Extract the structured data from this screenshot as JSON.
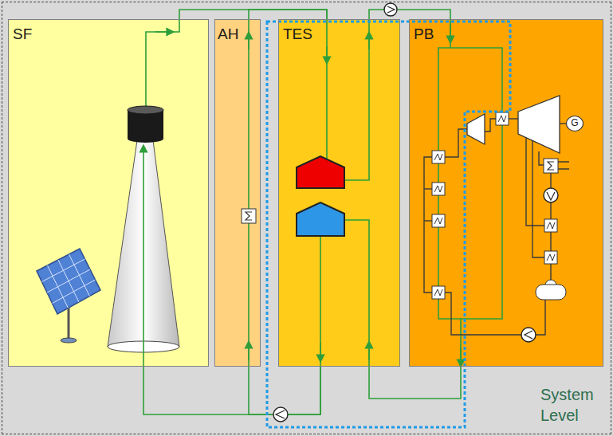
{
  "diagram": {
    "nodes": [
      {
        "text": [
          "System Level"
        ]
      },
      {
        "text": [
          "SF"
        ],
        "in": 0
      },
      {
        "text": [
          "AH"
        ],
        "in": 0
      },
      {
        "text": [
          "TES"
        ],
        "in": 0
      },
      {
        "text": [
          "PB"
        ],
        "in": 0
      },
      {
        "text": [
          "G"
        ],
        "in": 4
      }
    ],
    "edges": [
      {
        "from": 1,
        "to": 3,
        "arrow": "none"
      },
      {
        "from": 2,
        "to": 3,
        "arrow": "none"
      },
      {
        "from": 3,
        "to": 4,
        "arrow": "none"
      },
      {
        "from": 4,
        "to": 3,
        "arrow": "none"
      },
      {
        "from": 3,
        "to": 1,
        "arrow": "none"
      },
      {
        "from": 3,
        "to": 2,
        "arrow": "none"
      }
    ]
  }
}
